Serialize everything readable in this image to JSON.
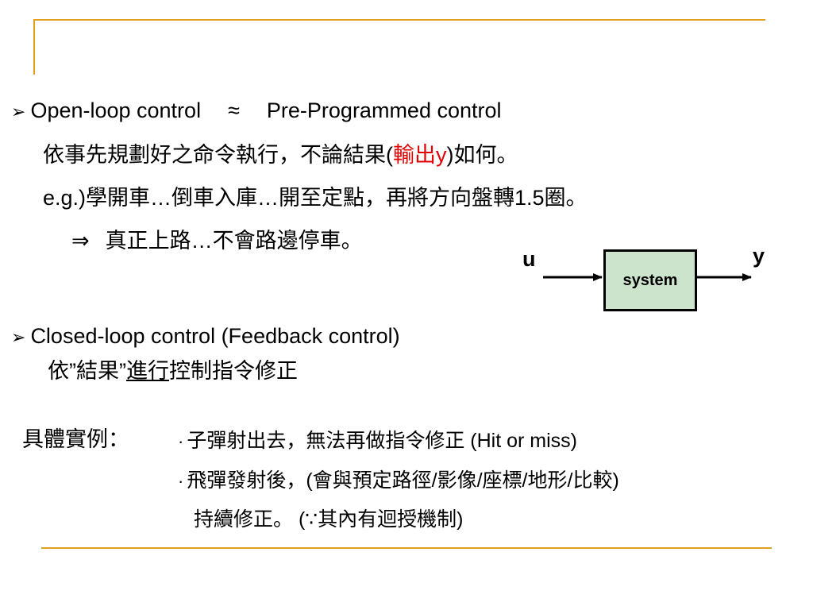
{
  "open_loop": {
    "bullet_icon": "➢",
    "heading": "Open-loop control",
    "approx_symbol": "≈",
    "heading_right": "Pre-Programmed  control",
    "desc_a": "依事先規劃好之命令執行，不論結果(",
    "desc_red": "輸出y",
    "desc_b": ")如何。",
    "example": "e.g.)學開車…倒車入庫…開至定點，再將方向盤轉1.5圈。",
    "implies_symbol": "⇒",
    "consequence": "真正上路…不會路邊停車。"
  },
  "diagram": {
    "input_label": "u",
    "system_label": "system",
    "output_label": "y"
  },
  "closed_loop": {
    "bullet_icon": "➢",
    "heading": "Closed-loop control (Feedback control)",
    "desc_a": "依”結果”",
    "desc_underlined": "進行",
    "desc_b": "控制指令修正"
  },
  "examples": {
    "label": "具體實例：",
    "dot": "·",
    "item1": "子彈射出去，無法再做指令修正 (Hit or miss)",
    "item2": "飛彈發射後，(會與預定路徑/影像/座標/地形/比較)",
    "item2_cont": "持續修正。 (∵其內有迴授機制)"
  },
  "colors": {
    "accent_line": "#e0a020",
    "highlight": "#e00000",
    "system_fill": "#cce3cc"
  }
}
